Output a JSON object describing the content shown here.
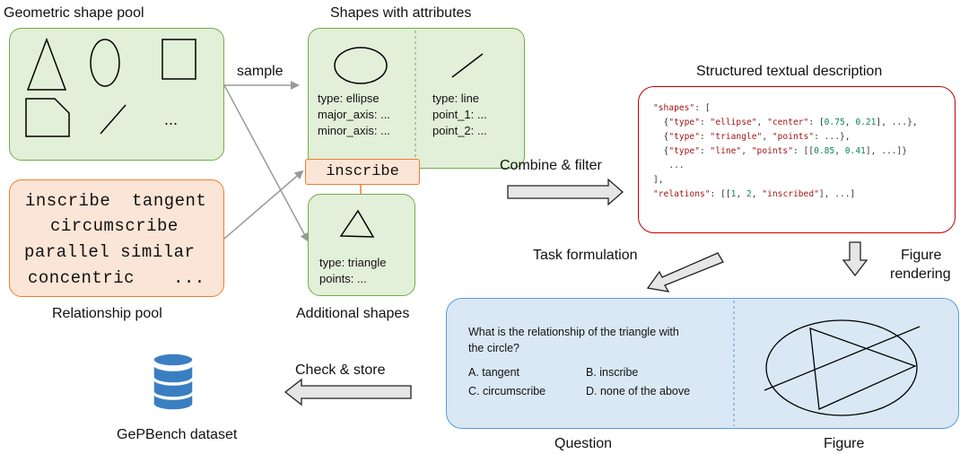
{
  "shape_pool": {
    "title": "Geometric shape pool",
    "ellipsis": "..."
  },
  "shapes_attr": {
    "title": "Shapes with attributes",
    "ellipse": [
      "type: ellipse",
      "major_axis: ...",
      "minor_axis: ..."
    ],
    "line": [
      "type: line",
      "point_1: ...",
      "point_2: ..."
    ]
  },
  "relationship_pool": {
    "title": "Relationship pool",
    "rows": [
      "inscribe  tangent",
      "circumscribe",
      "parallel similar",
      "concentric"
    ],
    "ellipsis": "..."
  },
  "inscribe_tag": "inscribe",
  "additional_shapes": {
    "title": "Additional shapes",
    "attrs": [
      "type: triangle",
      "points: ..."
    ]
  },
  "structured": {
    "title": "Structured textual description",
    "shapes_key": "\"shapes\"",
    "relations_key": "\"relations\"",
    "entry1_type": "\"ellipse\"",
    "entry1_val1": "0.75",
    "entry1_val2": "0.21",
    "entry2_type": "\"triangle\"",
    "entry3_type": "\"line\"",
    "entry3_val1": "0.85",
    "entry3_val2": "0.41",
    "rel_n1": "1",
    "rel_n2": "2",
    "rel_str": "\"inscribed\""
  },
  "flow": {
    "sample": "sample",
    "combine": "Combine & filter",
    "task": "Task formulation",
    "figure_rendering_1": "Figure",
    "figure_rendering_2": "rendering",
    "check": "Check & store"
  },
  "question_panel": {
    "question_line1": "What is the relationship of the triangle with",
    "question_line2": "the circle?",
    "options": [
      "A. tangent",
      "B. inscribe",
      "C. circumscribe",
      "D. none of the above"
    ],
    "question_caption": "Question",
    "figure_caption": "Figure"
  },
  "dataset": {
    "label": "GePBench dataset"
  },
  "colors": {
    "green_fill": "#e2efd9",
    "green_stroke": "#70ad47",
    "orange_fill": "#fbe5d6",
    "orange_stroke": "#ed7d31",
    "blue_fill": "#dae8f5",
    "blue_stroke": "#5b9bd5",
    "red_stroke": "#c00000",
    "db_blue": "#3a7fc1"
  }
}
